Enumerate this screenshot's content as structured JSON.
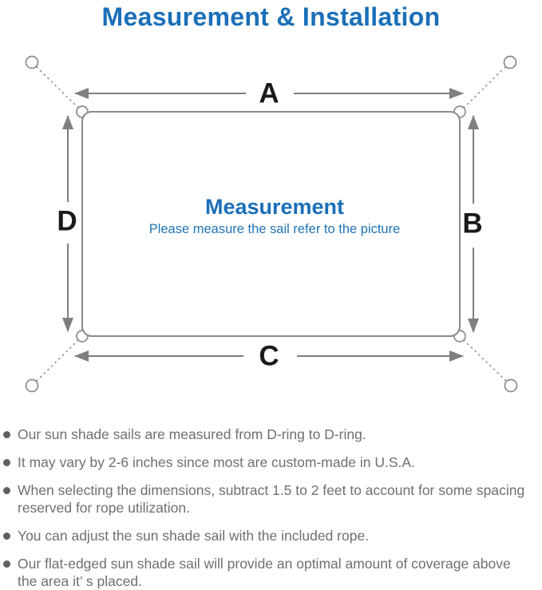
{
  "page_title": "Measurement & Installation",
  "diagram": {
    "dimension_labels": {
      "top": "A",
      "right": "B",
      "bottom": "C",
      "left": "D"
    },
    "center_title": "Measurement",
    "center_subtitle": "Please measure the sail refer to the picture"
  },
  "notes": {
    "items": [
      {
        "text": "Our sun shade sails are measured from D-ring to D-ring."
      },
      {
        "text": "It may vary by 2-6 inches since most are custom-made in U.S.A."
      },
      {
        "text": "When selecting the dimensions, subtract 1.5 to 2 feet to account for some spacing reserved for rope utilization."
      },
      {
        "text": "You can adjust the sun shade sail with the included rope."
      },
      {
        "text": "Our flat-edged sun shade sail will provide an optimal amount of coverage above the area it’ s placed."
      }
    ]
  },
  "colors": {
    "accent_blue": "#1a6fb8",
    "subtitle_blue": "#2174b6",
    "arrow_line_gray": "#7f7f7f",
    "outline_gray": "#8a8a8a",
    "dimension_label_black": "#1a1a1a",
    "body_text_gray": "#6f6f6f",
    "bullet_gray": "#606060",
    "background": "#ffffff"
  }
}
